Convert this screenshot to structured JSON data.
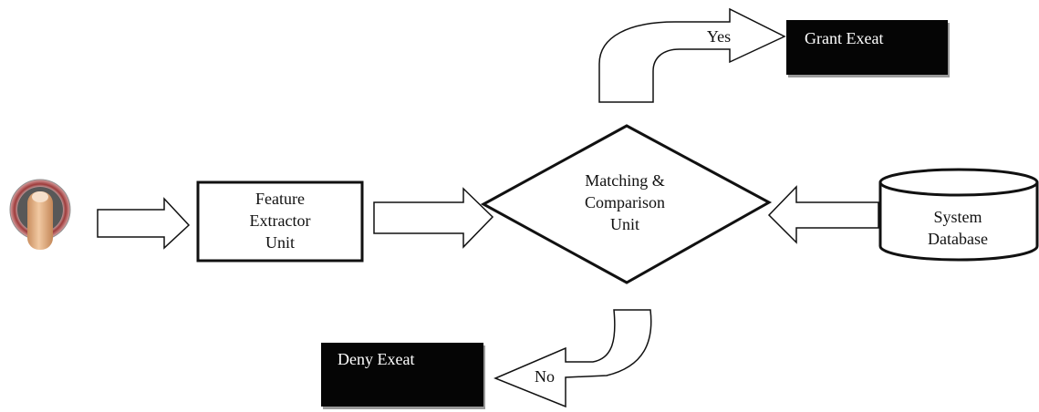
{
  "colors": {
    "stroke": "#111111",
    "background": "#ffffff",
    "terminal_box": "#050505",
    "terminal_text": "#ffffff"
  },
  "nodes": {
    "input_icon": "fingertip-on-scanner-icon",
    "feature_extractor": {
      "line1": "Feature",
      "line2": "Extractor",
      "line3": "Unit"
    },
    "matching": {
      "line1": "Matching &",
      "line2": "Comparison",
      "line3": "Unit"
    },
    "database": {
      "line1": "System",
      "line2": "Database"
    },
    "grant": {
      "label": "Grant Exeat"
    },
    "deny": {
      "label": "Deny Exeat"
    }
  },
  "edges": {
    "yes": "Yes",
    "no": "No"
  }
}
